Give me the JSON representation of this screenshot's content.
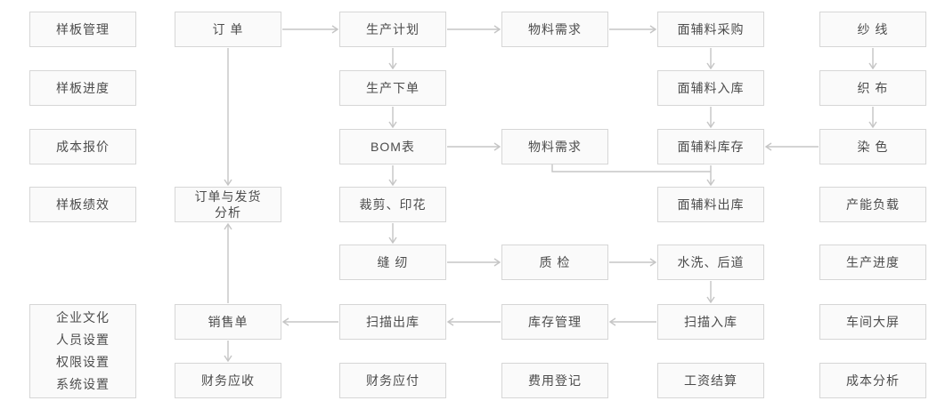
{
  "diagram": {
    "title": "garment-production-erp-flowchart",
    "colors": {
      "background": "#ffffff",
      "box_fill": "#fafafa",
      "box_border": "#d6d6d6",
      "text": "#4c4c4c",
      "arrow": "#c5c5c5"
    },
    "nodes": [
      {
        "id": "sample-management",
        "label": "样板管理",
        "col": 1,
        "row": 1
      },
      {
        "id": "sample-progress",
        "label": "样板进度",
        "col": 1,
        "row": 2
      },
      {
        "id": "cost-quotation",
        "label": "成本报价",
        "col": 1,
        "row": 3
      },
      {
        "id": "sample-performance",
        "label": "样板绩效",
        "col": 1,
        "row": 4
      },
      {
        "id": "system-settings-group",
        "lines": [
          "企业文化",
          "人员设置",
          "权限设置",
          "系统设置"
        ],
        "col": 1,
        "row": 6,
        "rowspan": 2
      },
      {
        "id": "order",
        "label": "订 单",
        "col": 2,
        "row": 1
      },
      {
        "id": "order-shipment-analysis",
        "lines": [
          "订单与发货",
          "分析"
        ],
        "col": 2,
        "row": 4
      },
      {
        "id": "sales-order",
        "label": "销售单",
        "col": 2,
        "row": 6
      },
      {
        "id": "finance-receivable",
        "label": "财务应收",
        "col": 2,
        "row": 7
      },
      {
        "id": "production-plan",
        "label": "生产计划",
        "col": 3,
        "row": 1
      },
      {
        "id": "production-order",
        "label": "生产下单",
        "col": 3,
        "row": 2
      },
      {
        "id": "bom",
        "label": "BOM表",
        "col": 3,
        "row": 3
      },
      {
        "id": "cutting-printing",
        "label": "裁剪、印花",
        "col": 3,
        "row": 4
      },
      {
        "id": "sewing",
        "label": "缝 纫",
        "col": 3,
        "row": 5
      },
      {
        "id": "scan-outbound",
        "label": "扫描出库",
        "col": 3,
        "row": 6
      },
      {
        "id": "finance-payable",
        "label": "财务应付",
        "col": 3,
        "row": 7
      },
      {
        "id": "material-requirement-1",
        "label": "物料需求",
        "col": 4,
        "row": 1
      },
      {
        "id": "material-requirement-2",
        "label": "物料需求",
        "col": 4,
        "row": 3
      },
      {
        "id": "quality-inspection",
        "label": "质 检",
        "col": 4,
        "row": 5
      },
      {
        "id": "inventory-management",
        "label": "库存管理",
        "col": 4,
        "row": 6
      },
      {
        "id": "expense-registration",
        "label": "费用登记",
        "col": 4,
        "row": 7
      },
      {
        "id": "fabric-purchase",
        "label": "面辅料采购",
        "col": 5,
        "row": 1
      },
      {
        "id": "fabric-inbound",
        "label": "面辅料入库",
        "col": 5,
        "row": 2
      },
      {
        "id": "fabric-stock",
        "label": "面辅料库存",
        "col": 5,
        "row": 3
      },
      {
        "id": "fabric-outbound",
        "label": "面辅料出库",
        "col": 5,
        "row": 4
      },
      {
        "id": "washing-finishing",
        "label": "水洗、后道",
        "col": 5,
        "row": 5
      },
      {
        "id": "scan-inbound",
        "label": "扫描入库",
        "col": 5,
        "row": 6
      },
      {
        "id": "wage-settlement",
        "label": "工资结算",
        "col": 5,
        "row": 7
      },
      {
        "id": "yarn",
        "label": "纱 线",
        "col": 6,
        "row": 1
      },
      {
        "id": "weaving",
        "label": "织 布",
        "col": 6,
        "row": 2
      },
      {
        "id": "dyeing",
        "label": "染 色",
        "col": 6,
        "row": 3
      },
      {
        "id": "capacity-load",
        "label": "产能负载",
        "col": 6,
        "row": 4
      },
      {
        "id": "production-progress",
        "label": "生产进度",
        "col": 6,
        "row": 5
      },
      {
        "id": "workshop-screen",
        "label": "车间大屏",
        "col": 6,
        "row": 6
      },
      {
        "id": "cost-analysis",
        "label": "成本分析",
        "col": 6,
        "row": 7
      }
    ],
    "edges": [
      {
        "from": "order",
        "to": "production-plan",
        "dir": "right"
      },
      {
        "from": "production-plan",
        "to": "material-requirement-1",
        "dir": "right"
      },
      {
        "from": "material-requirement-1",
        "to": "fabric-purchase",
        "dir": "right"
      },
      {
        "from": "bom",
        "to": "material-requirement-2",
        "dir": "right"
      },
      {
        "from": "sewing",
        "to": "quality-inspection",
        "dir": "right"
      },
      {
        "from": "quality-inspection",
        "to": "washing-finishing",
        "dir": "right"
      },
      {
        "from": "dyeing",
        "to": "fabric-stock",
        "dir": "left"
      },
      {
        "from": "scan-inbound",
        "to": "inventory-management",
        "dir": "left"
      },
      {
        "from": "inventory-management",
        "to": "scan-outbound",
        "dir": "left"
      },
      {
        "from": "scan-outbound",
        "to": "sales-order",
        "dir": "left"
      },
      {
        "from": "order",
        "to": "order-shipment-analysis",
        "dir": "down"
      },
      {
        "from": "production-plan",
        "to": "production-order",
        "dir": "down"
      },
      {
        "from": "production-order",
        "to": "bom",
        "dir": "down"
      },
      {
        "from": "bom",
        "to": "cutting-printing",
        "dir": "down"
      },
      {
        "from": "cutting-printing",
        "to": "sewing",
        "dir": "down"
      },
      {
        "from": "fabric-purchase",
        "to": "fabric-inbound",
        "dir": "down"
      },
      {
        "from": "fabric-inbound",
        "to": "fabric-stock",
        "dir": "down"
      },
      {
        "from": "fabric-stock",
        "to": "fabric-outbound",
        "dir": "down"
      },
      {
        "from": "washing-finishing",
        "to": "scan-inbound",
        "dir": "down"
      },
      {
        "from": "yarn",
        "to": "weaving",
        "dir": "down"
      },
      {
        "from": "weaving",
        "to": "dyeing",
        "dir": "down"
      },
      {
        "from": "sales-order",
        "to": "finance-receivable",
        "dir": "down"
      },
      {
        "from": "sales-order",
        "to": "order-shipment-analysis",
        "dir": "up"
      },
      {
        "from": "material-requirement-2",
        "to": "fabric-outbound",
        "dir": "elbow"
      }
    ]
  }
}
